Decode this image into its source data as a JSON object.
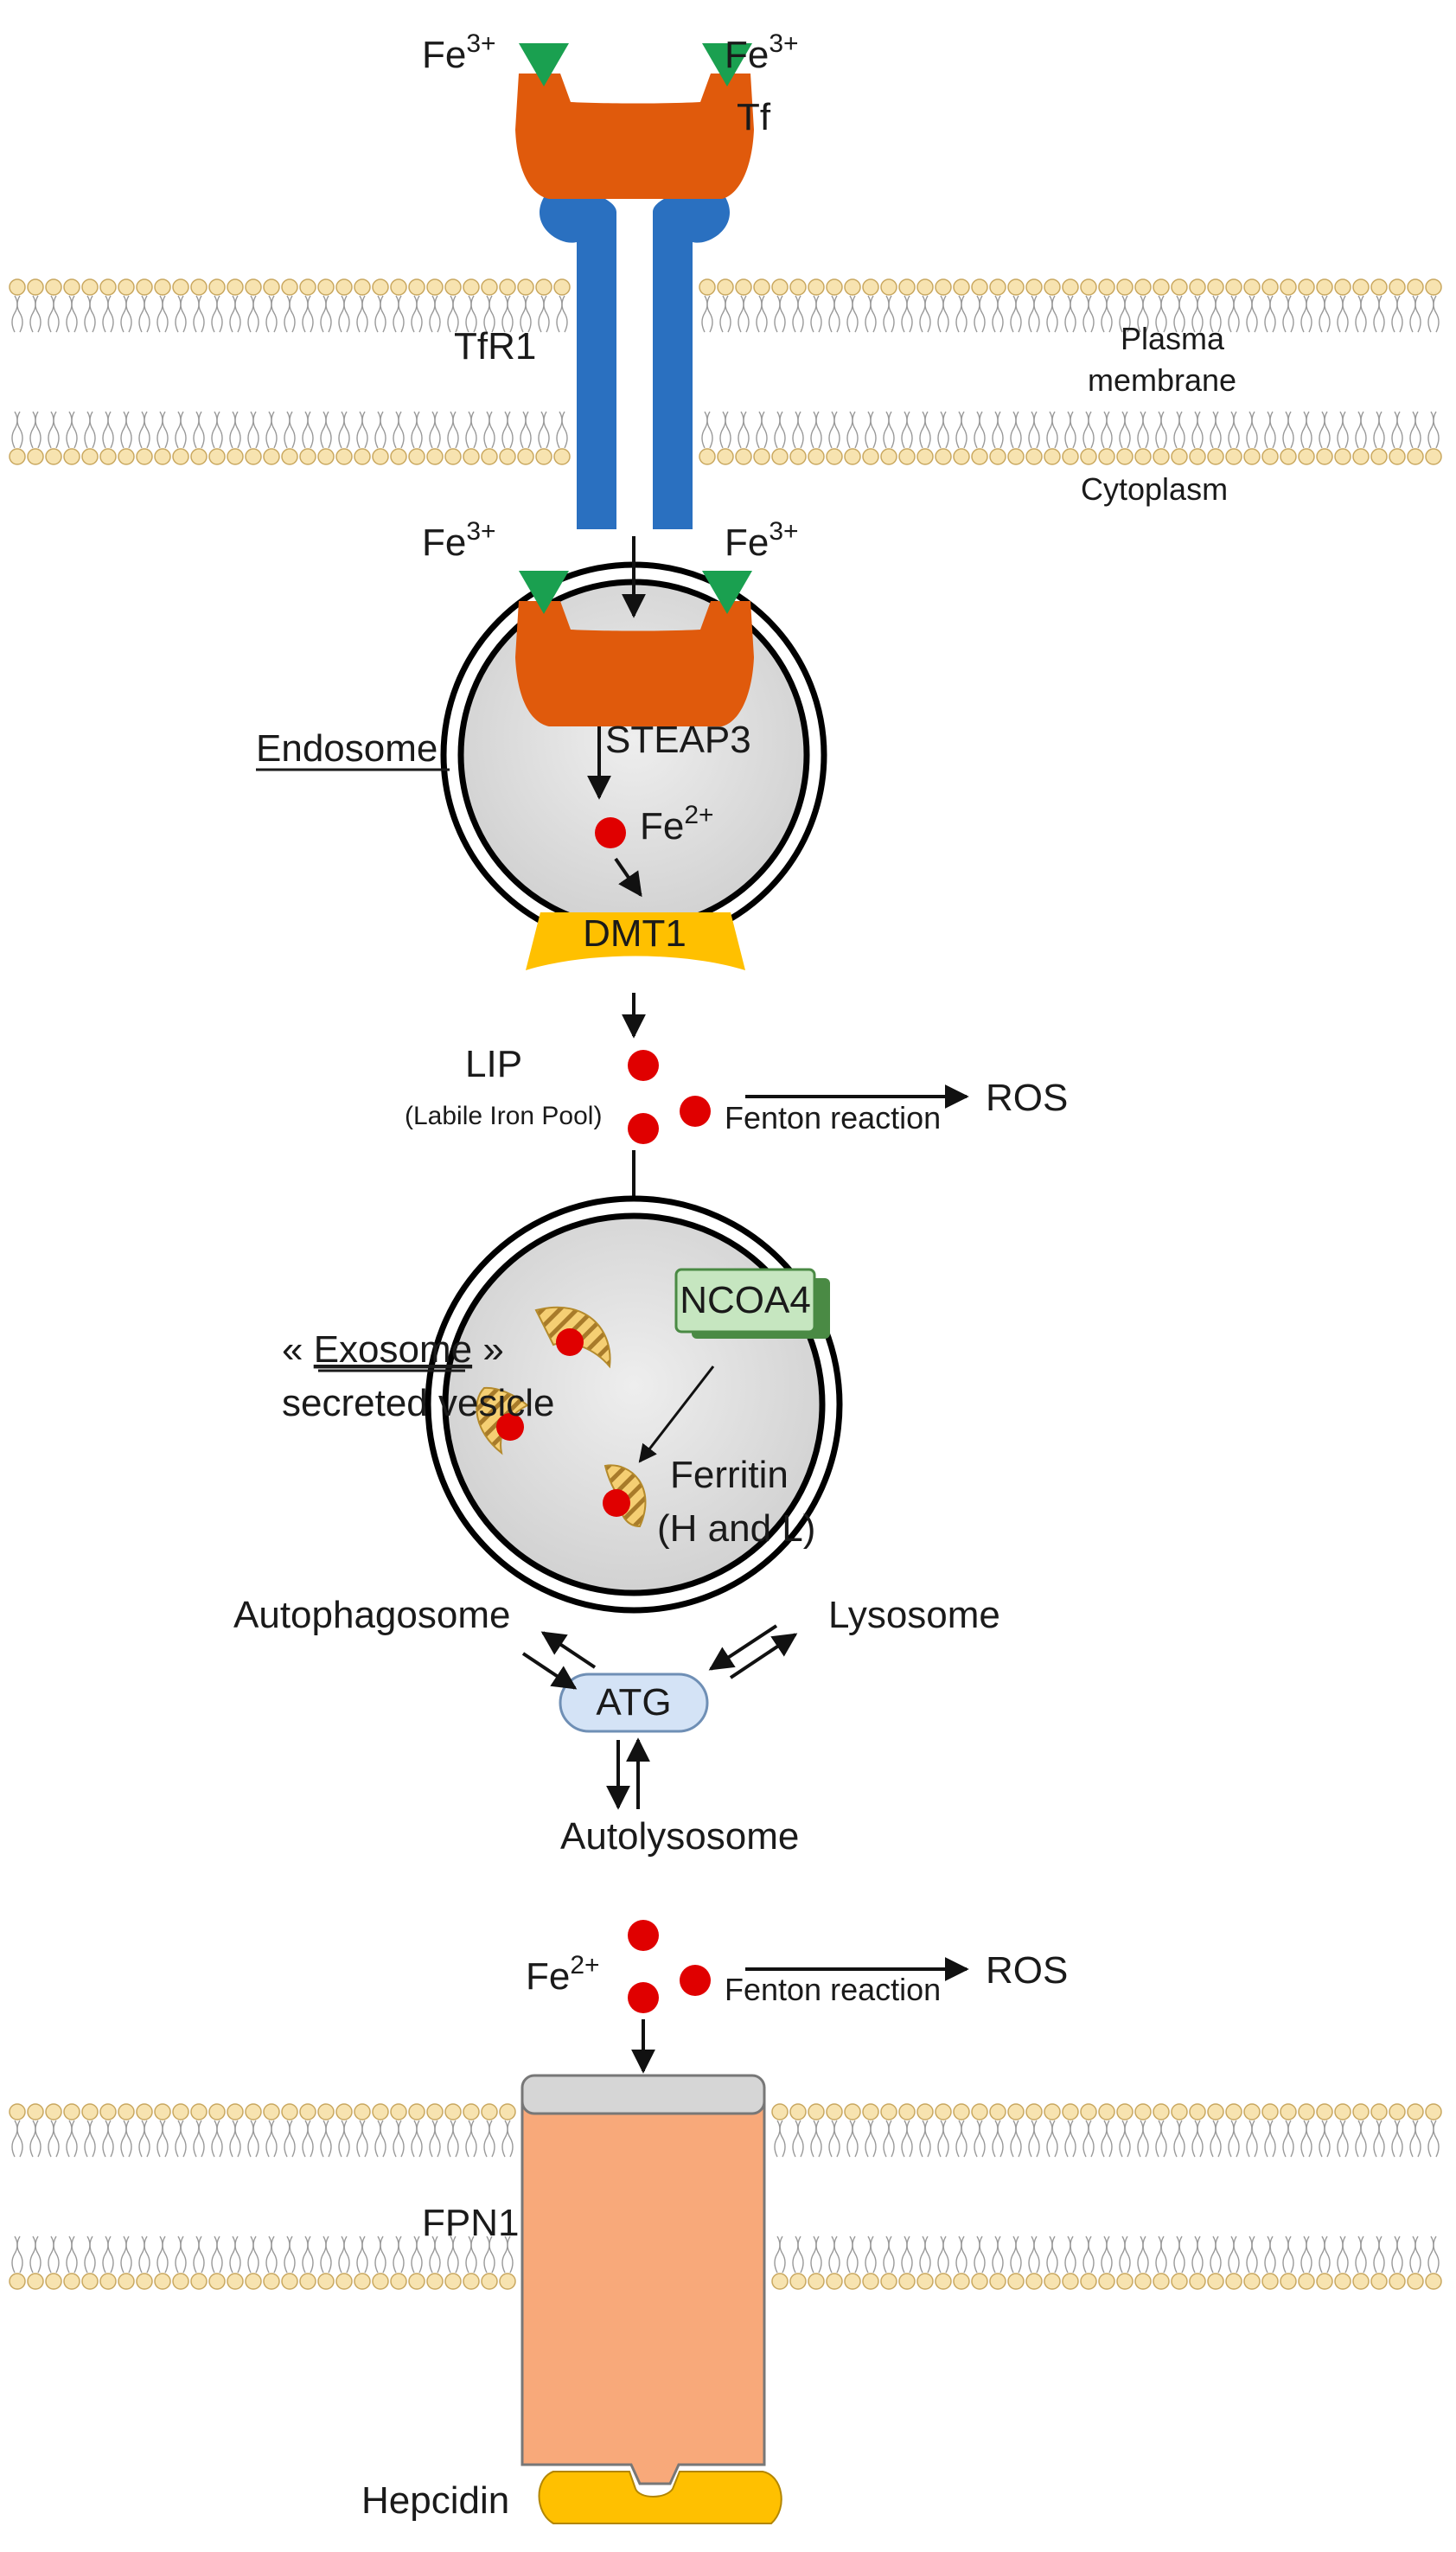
{
  "labels": {
    "fe3": "Fe",
    "fe3_charge": "3+",
    "fe2": "Fe",
    "fe2_charge": "2+",
    "tf": "Tf",
    "tfr1": "TfR1",
    "plasma_membrane_line1": "Plasma",
    "plasma_membrane_line2": "membrane",
    "cytoplasm": "Cytoplasm",
    "endosome": "Endosome",
    "steap3": "STEAP3",
    "dmt1": "DMT1",
    "lip": "LIP",
    "lip_full": "(Labile Iron Pool)",
    "fenton": "Fenton reaction",
    "ros": "ROS",
    "exosome_open": "« ",
    "exosome": "Exosome",
    "exosome_close": " »",
    "secreted_vesicle": "secreted vesicle",
    "ncoa4": "NCOA4",
    "ferritin": "Ferritin",
    "ferritin_sub": "(H and L)",
    "autophagosome": "Autophagosome",
    "lysosome": "Lysosome",
    "atg": "ATG",
    "autolysosome": "Autolysosome",
    "fpn1": "FPN1",
    "hepcidin": "Hepcidin"
  },
  "colors": {
    "transferrin": "#e05a0c",
    "receptor": "#2a70c0",
    "iron3": "#1aa050",
    "iron2": "#e00000",
    "dmt1": "#ffc000",
    "ncoa4_fill": "#c6e6c0",
    "ncoa4_edge": "#4a8a44",
    "ferritin": "#f5cf73",
    "atg_fill": "#d4e3f6",
    "fpn1": "#f8a97a",
    "fpn1_cap": "#d6d6d6",
    "hepcidin": "#ffc000",
    "membrane_head": "#f7e3b0",
    "vesicle_fill": "#d9d9d9"
  }
}
